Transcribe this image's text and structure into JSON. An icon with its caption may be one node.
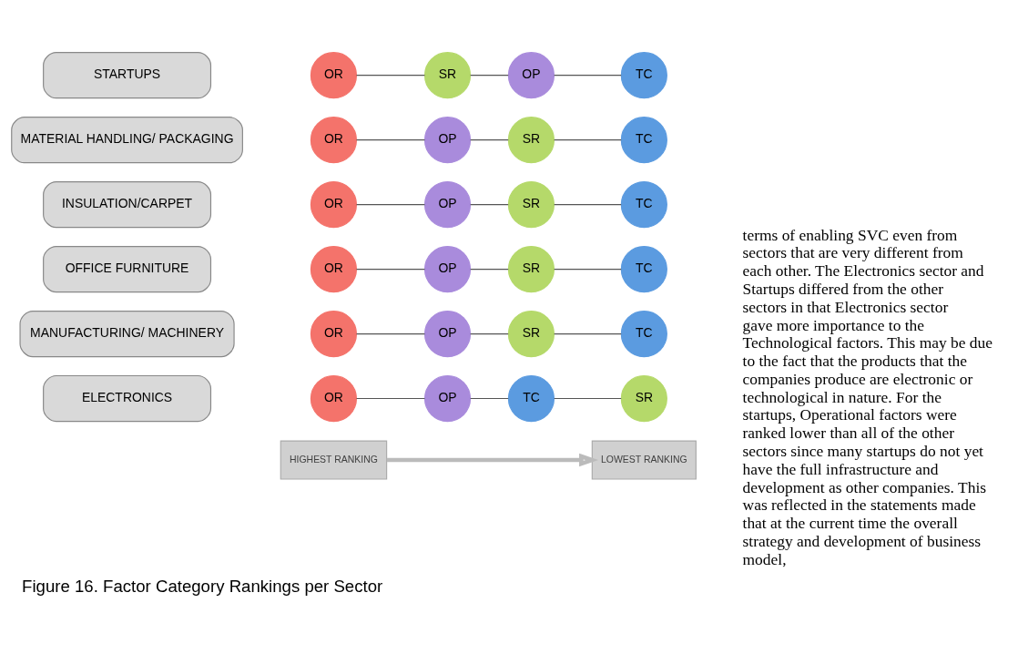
{
  "diagram": {
    "caption": "Figure 16. Factor Category Rankings per Sector",
    "nodes": [
      {
        "text": [
          "HIGHEST RANKING"
        ]
      },
      {
        "text": [
          "LOWEST RANKING"
        ]
      },
      {
        "text": [
          "ELECTRONICS"
        ]
      },
      {
        "text": [
          "OR"
        ]
      },
      {
        "text": [
          "OP"
        ]
      },
      {
        "text": [
          "TC"
        ]
      },
      {
        "text": [
          "SR"
        ]
      },
      {
        "text": [
          "MANUFACTURING/ MACHINERY"
        ]
      },
      {
        "text": [
          "OR"
        ]
      },
      {
        "text": [
          "OP"
        ]
      },
      {
        "text": [
          "SR"
        ]
      },
      {
        "text": [
          "TC"
        ]
      },
      {
        "text": [
          "OFFICE FURNITURE"
        ]
      },
      {
        "text": [
          "OR"
        ]
      },
      {
        "text": [
          "OP"
        ]
      },
      {
        "text": [
          "SR"
        ]
      },
      {
        "text": [
          "TC"
        ]
      },
      {
        "text": [
          "INSULATION/CARPET"
        ]
      },
      {
        "text": [
          "OR"
        ]
      },
      {
        "text": [
          "OP"
        ]
      },
      {
        "text": [
          "SR"
        ]
      },
      {
        "text": [
          "TC"
        ]
      },
      {
        "text": [
          "MATERIAL HANDLING/ PACKAGING"
        ]
      },
      {
        "text": [
          "OR"
        ]
      },
      {
        "text": [
          "OP"
        ]
      },
      {
        "text": [
          "SR"
        ]
      },
      {
        "text": [
          "TC"
        ]
      },
      {
        "text": [
          "STARTUPS"
        ]
      },
      {
        "text": [
          "OR"
        ]
      },
      {
        "text": [
          "SR"
        ]
      },
      {
        "text": [
          "OP"
        ]
      },
      {
        "text": [
          "TC"
        ]
      }
    ],
    "edges": [
      {
        "from": 0,
        "to": 1,
        "arrow": "to",
        "style": "thick",
        "color": "#bbbbbb"
      },
      {
        "from": 3,
        "to": 4,
        "arrow": "none"
      },
      {
        "from": 4,
        "to": 5,
        "arrow": "none"
      },
      {
        "from": 5,
        "to": 6,
        "arrow": "none"
      },
      {
        "from": 8,
        "to": 9,
        "arrow": "none"
      },
      {
        "from": 9,
        "to": 10,
        "arrow": "none"
      },
      {
        "from": 10,
        "to": 11,
        "arrow": "none"
      },
      {
        "from": 13,
        "to": 14,
        "arrow": "none"
      },
      {
        "from": 14,
        "to": 15,
        "arrow": "none"
      },
      {
        "from": 15,
        "to": 16,
        "arrow": "none"
      },
      {
        "from": 18,
        "to": 19,
        "arrow": "none"
      },
      {
        "from": 19,
        "to": 20,
        "arrow": "none"
      },
      {
        "from": 20,
        "to": 21,
        "arrow": "none"
      },
      {
        "from": 23,
        "to": 24,
        "arrow": "none"
      },
      {
        "from": 24,
        "to": 25,
        "arrow": "none"
      },
      {
        "from": 25,
        "to": 26,
        "arrow": "none"
      },
      {
        "from": 28,
        "to": 29,
        "arrow": "none"
      },
      {
        "from": 29,
        "to": 30,
        "arrow": "none"
      },
      {
        "from": 30,
        "to": 31,
        "arrow": "none"
      }
    ],
    "labels": [
      "terms of enabling SVC even from sectors that are very different from each other. The Electronics sector and Startups differed from the other sectors in that Electronics sector gave more importance to the Technological factors. This may be due to the fact that the products that the companies produce are electronic or technological in nature. For the startups, Operational factors were ranked lower than all of the other sectors since many startups do not yet have the full infrastructure and development as other companies. This was reflected in the statements made that at the current time the overall strategy and development of business model,"
    ]
  }
}
